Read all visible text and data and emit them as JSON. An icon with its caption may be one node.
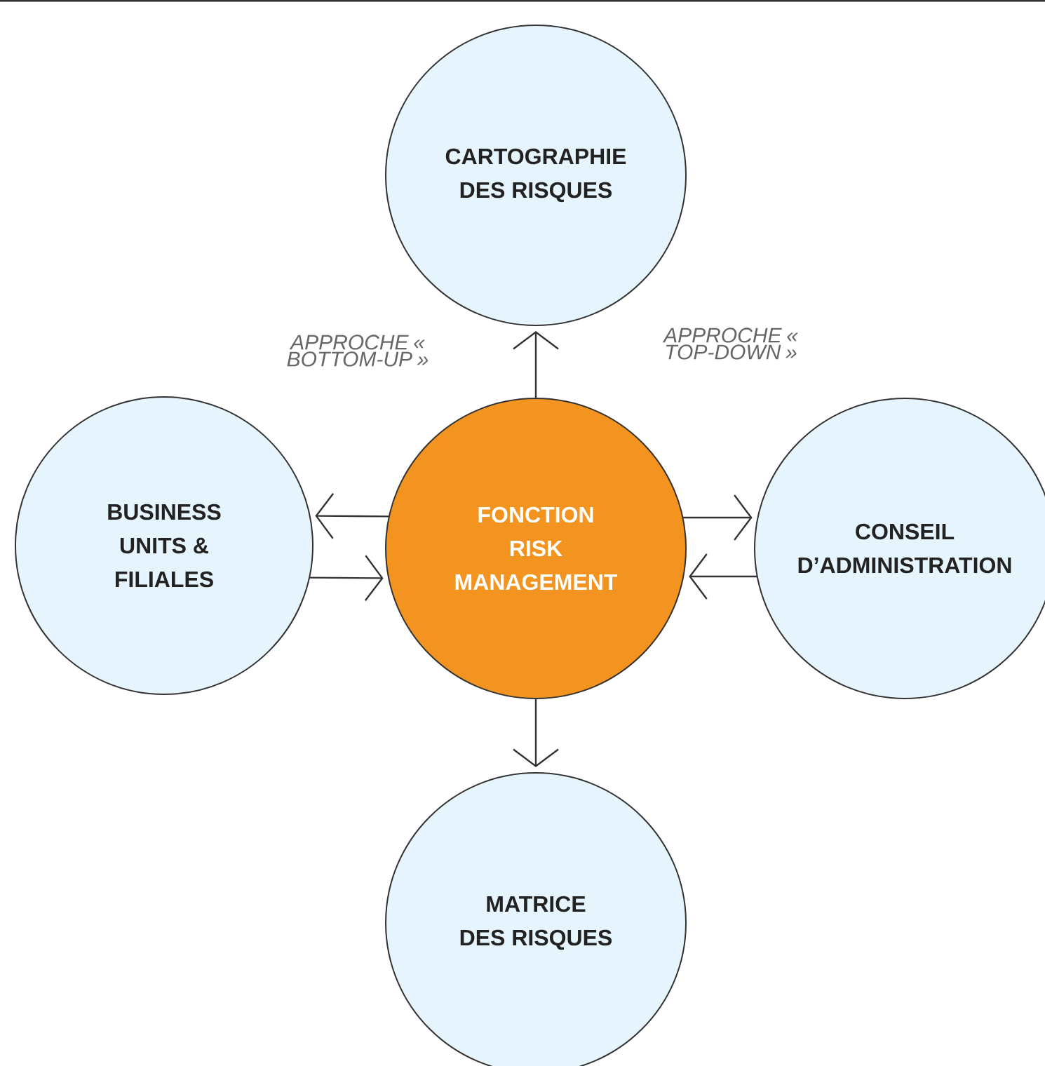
{
  "diagram": {
    "nodes": [
      {
        "text": [
          "CARTOGRAPHIE DES RISQUES"
        ]
      },
      {
        "text": [
          "BUSINESS UNITS & FILIALES"
        ]
      },
      {
        "text": [
          "FONCTION RISK MANAGEMENT"
        ]
      },
      {
        "text": [
          "CONSEIL D’ADMINISTRATION"
        ]
      },
      {
        "text": [
          "MATRICE DES RISQUES"
        ]
      }
    ],
    "edges": [
      {
        "from": 2,
        "to": 0,
        "arrow": "to"
      },
      {
        "from": 2,
        "to": 1,
        "arrow": "to"
      },
      {
        "from": 1,
        "to": 2,
        "arrow": "to"
      },
      {
        "from": 2,
        "to": 3,
        "arrow": "to"
      },
      {
        "from": 3,
        "to": 2,
        "arrow": "to"
      },
      {
        "from": 2,
        "to": 4,
        "arrow": "to"
      }
    ],
    "labels": [
      "APPROCHE « BOTTOM-UP »",
      "APPROCHE « TOP-DOWN »"
    ]
  }
}
